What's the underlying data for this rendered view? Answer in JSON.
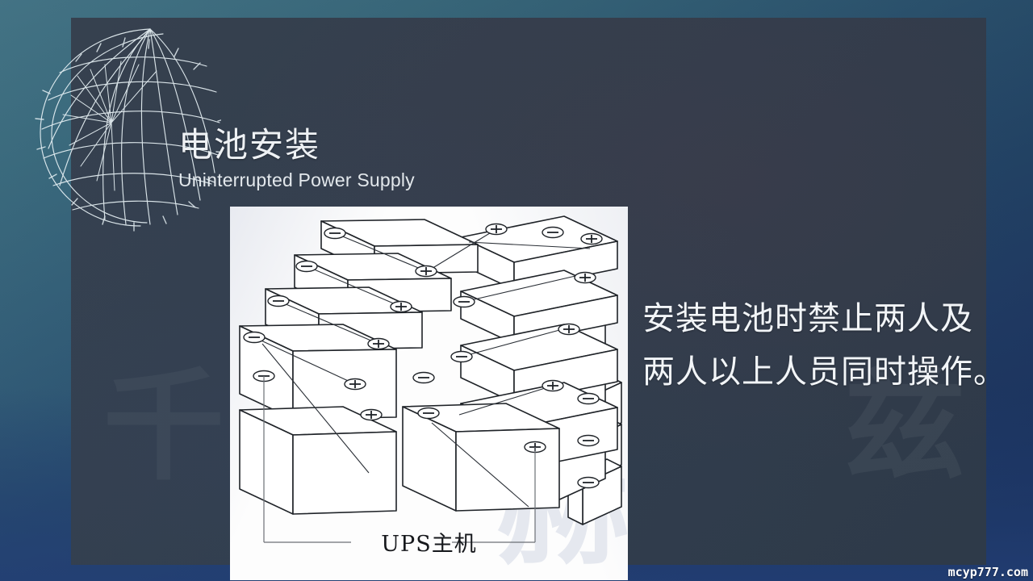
{
  "slide": {
    "title": "电池安装",
    "subtitle": "Uninterrupted Power Supply",
    "body_lines": [
      "安装电池时禁止两人及",
      "两人以上人员同时操作。"
    ],
    "figure_caption": "UPS主机",
    "site_watermark": "mcyp777.com",
    "background_watermarks": [
      "千",
      "赫",
      "兹"
    ],
    "colors": {
      "panel_dark": "#323e4d",
      "page_gradient_top": "#3e6b7c",
      "page_gradient_bottom": "#1e3666",
      "title_text": "#eef1f4",
      "body_text": "#f2f5f8",
      "figure_background": "#fdfdfd",
      "figure_line": "#1f2328"
    },
    "figure": {
      "alt_name": "ups-battery-stack-isometric-diagram",
      "terminal_labels": [
        "−",
        "+"
      ],
      "battery_count_visible": 12
    }
  }
}
